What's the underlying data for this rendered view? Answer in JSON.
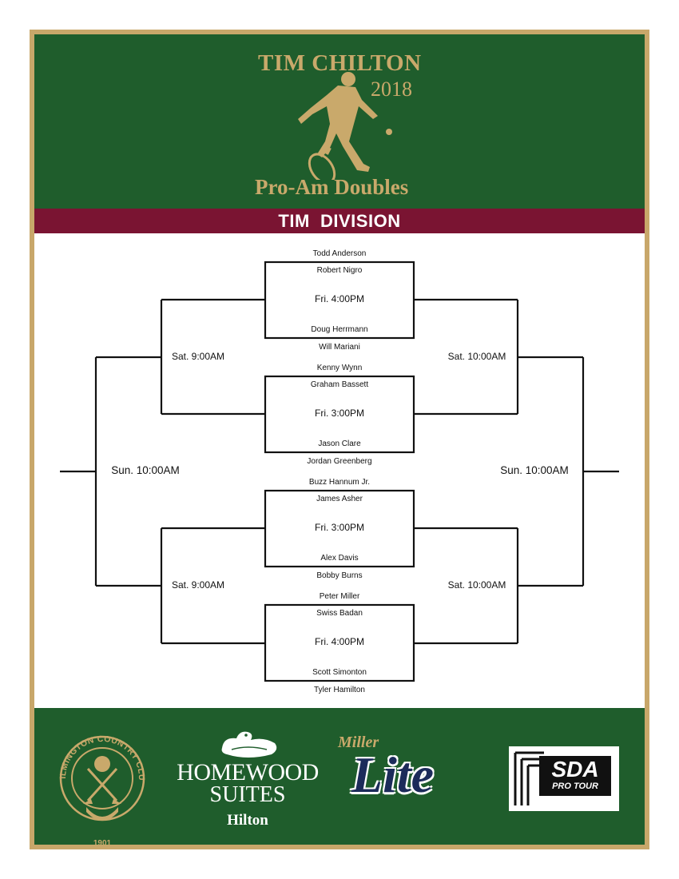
{
  "header": {
    "name": "TIM CHILTON",
    "year": "2018",
    "event": "Pro-Am Doubles",
    "division": "TIM  DIVISION"
  },
  "bracket": {
    "matches": [
      {
        "top_outer": "Todd Anderson",
        "top_inner": "Robert Nigro",
        "time": "Fri. 4:00PM",
        "bottom_inner": "Doug Herrmann",
        "bottom_outer": "Will Mariani"
      },
      {
        "top_outer": "Kenny Wynn",
        "top_inner": "Graham Bassett",
        "time": "Fri. 3:00PM",
        "bottom_inner": "Jason Clare",
        "bottom_outer": "Jordan Greenberg"
      },
      {
        "top_outer": "Buzz Hannum Jr.",
        "top_inner": "James Asher",
        "time": "Fri. 3:00PM",
        "bottom_inner": "Alex Davis",
        "bottom_outer": "Bobby Burns"
      },
      {
        "top_outer": "Peter Miller",
        "top_inner": "Swiss Badan",
        "time": "Fri. 4:00PM",
        "bottom_inner": "Scott Simonton",
        "bottom_outer": "Tyler Hamilton"
      }
    ],
    "left_round2_top": "Sat. 9:00AM",
    "left_round2_bottom": "Sat. 9:00AM",
    "right_round2_top": "Sat. 10:00AM",
    "right_round2_bottom": "Sat. 10:00AM",
    "left_final": "Sun. 10:00AM",
    "right_final": "Sun. 10:00AM"
  },
  "sponsors": {
    "wcc": {
      "name": "WILMINGTON COUNTRY CLUB",
      "year": "1901"
    },
    "homewood": {
      "line1": "HOMEWOOD",
      "line2": "SUITES",
      "line3": "Hilton"
    },
    "miller": {
      "brand": "Miller",
      "product": "Lite"
    },
    "sda": {
      "name": "SDA",
      "sub": "PRO TOUR"
    }
  },
  "colors": {
    "green": "#1f5d2c",
    "gold": "#c9a96b",
    "maroon": "#7a1432",
    "navy": "#1c2b5a"
  }
}
